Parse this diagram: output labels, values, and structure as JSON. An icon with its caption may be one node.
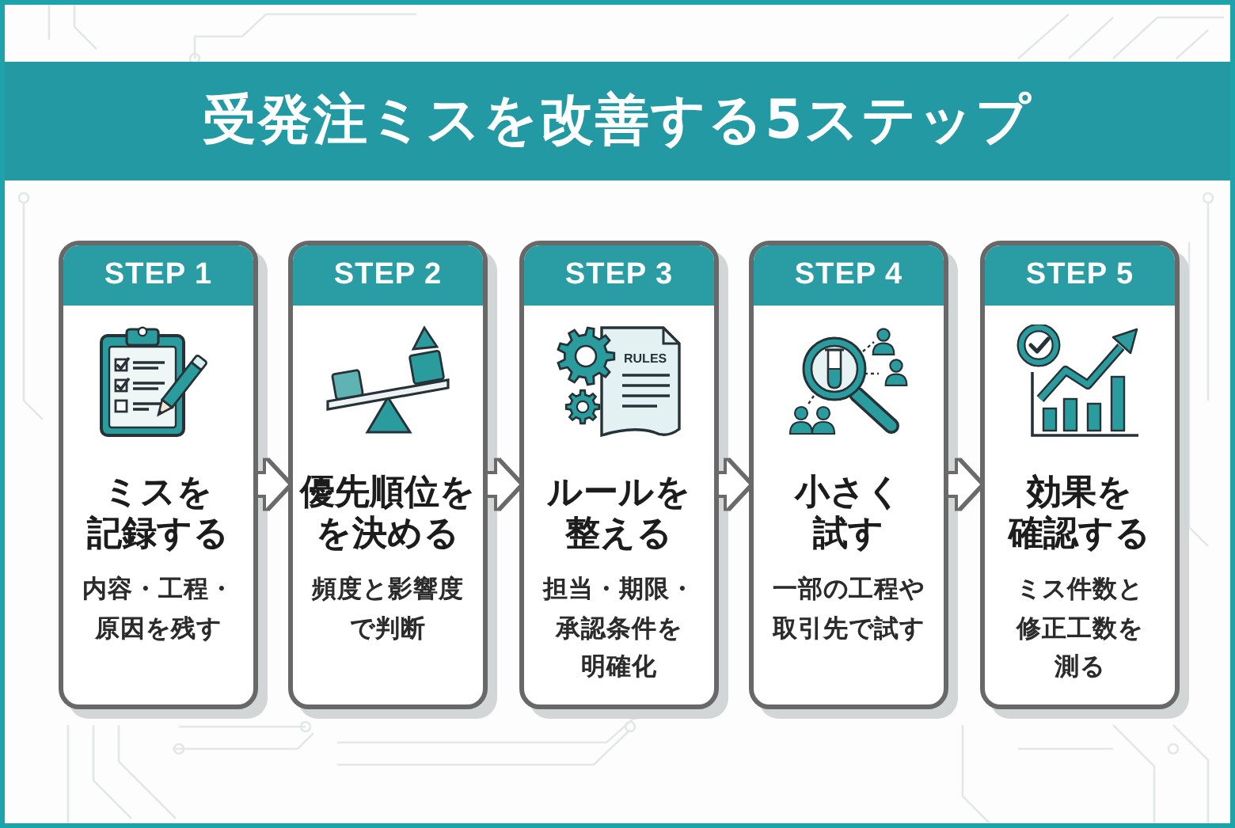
{
  "diagram": {
    "title": "受発注ミスを改善する5ステップ",
    "nodes": [
      {
        "text": [
          "STEP 1",
          "ミスを記録する",
          "内容・工程・原因を残す"
        ]
      },
      {
        "text": [
          "STEP 2",
          "優先順位をを決める",
          "頻度と影響度で判断"
        ]
      },
      {
        "text": [
          "STEP 3",
          "ルールを整える",
          "担当・期限・承認条件を明確化"
        ]
      },
      {
        "text": [
          "STEP 4",
          "小さく試す",
          "一部の工程や取引先で試す"
        ]
      },
      {
        "text": [
          "STEP 5",
          "効果を確認する",
          "ミス件数と修正工数を測る"
        ]
      }
    ],
    "edges": [
      {
        "from": 0,
        "to": 1,
        "arrow": "to"
      },
      {
        "from": 1,
        "to": 2,
        "arrow": "to"
      },
      {
        "from": 2,
        "to": 3,
        "arrow": "to"
      },
      {
        "from": 3,
        "to": 4,
        "arrow": "to"
      }
    ],
    "labels": [
      "RULES"
    ]
  }
}
